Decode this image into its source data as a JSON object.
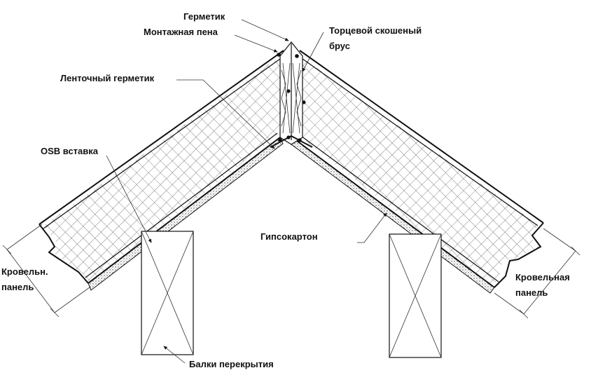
{
  "labels": {
    "hermetic": "Герметик",
    "foam": "Монтажная пена",
    "end_beam_1": "Торцевой скошеный",
    "end_beam_2": "брус",
    "tape_sealant": "Ленточный герметик",
    "osb": "OSB вставка",
    "drywall": "Гипсокартон",
    "roof_panel_left_1": "Кровельн.",
    "roof_panel_left_2": "панель",
    "roof_panel_right_1": "Кровельная",
    "roof_panel_right_2": "панель",
    "joists": "Балки перекрытия"
  },
  "colors": {
    "line": "#111111",
    "background": "#ffffff",
    "hatch": "#555555"
  }
}
